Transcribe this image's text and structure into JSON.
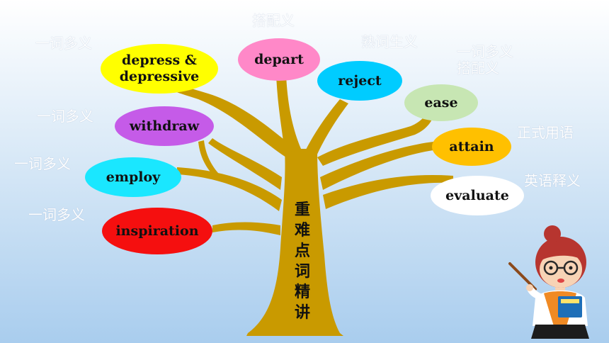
{
  "title_chars": [
    "重",
    "难",
    "点",
    "词",
    "精",
    "讲"
  ],
  "leaves": {
    "depress": {
      "line1": "depress &",
      "line2": "depressive",
      "color": "#ffff00"
    },
    "depart": {
      "label": "depart",
      "color": "#ff88c8"
    },
    "reject": {
      "label": "reject",
      "color": "#00ccff"
    },
    "ease": {
      "label": "ease",
      "color": "#c7e6b3"
    },
    "withdraw": {
      "label": "withdraw",
      "color": "#c55be8"
    },
    "attain": {
      "label": "attain",
      "color": "#ffc000"
    },
    "employ": {
      "label": "employ",
      "color": "#1ae7ff"
    },
    "evaluate": {
      "label": "evaluate",
      "color": "#ffffff"
    },
    "inspiration": {
      "label": "inspiration",
      "color": "#f50f0f"
    }
  },
  "notes": {
    "depress": "一词多义",
    "depart": "搭配义",
    "reject": "熟词生义",
    "ease_line1": "一词多义",
    "ease_line2": "搭配义",
    "withdraw": "一词多义",
    "attain": "正式用语",
    "employ": "一词多义",
    "evaluate": "英语释义",
    "inspiration": "一词多义"
  },
  "colors": {
    "tree": "#c99a00",
    "note_text": "#ffffff"
  },
  "icons": {
    "teacher": "teacher-cartoon-icon"
  }
}
